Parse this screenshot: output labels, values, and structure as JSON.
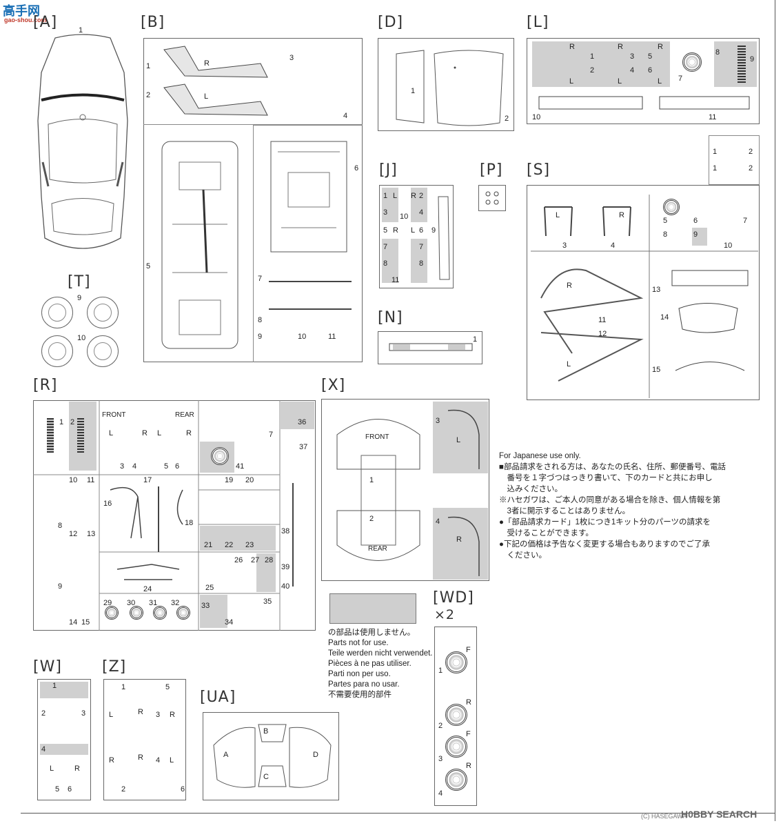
{
  "watermark": {
    "top_logo": "高手网",
    "top_url": "gao-shou.com",
    "footer_copyright": "(C) HASEGAWA",
    "footer_brand": "H0BBY SEARCH"
  },
  "sprues": {
    "A": {
      "label": "[A]",
      "parts": [
        "1"
      ]
    },
    "B": {
      "label": "[B]",
      "parts": [
        "1",
        "2",
        "3",
        "4",
        "5",
        "6",
        "7",
        "8",
        "9",
        "10",
        "11"
      ],
      "marks": [
        "R",
        "L"
      ]
    },
    "D": {
      "label": "[D]",
      "parts": [
        "1",
        "2"
      ]
    },
    "L": {
      "label": "[L]",
      "parts": [
        "1",
        "2",
        "3",
        "4",
        "5",
        "6",
        "7",
        "8",
        "9",
        "10",
        "11"
      ],
      "marks": [
        "R",
        "R",
        "R",
        "L",
        "L",
        "L"
      ]
    },
    "J": {
      "label": "[J]",
      "parts": [
        "1",
        "2",
        "3",
        "4",
        "5",
        "6",
        "7",
        "7",
        "8",
        "8",
        "9",
        "10",
        "11"
      ],
      "marks": [
        "L",
        "R",
        "R",
        "L"
      ]
    },
    "P": {
      "label": "[P]"
    },
    "S": {
      "label": "[S]",
      "parts": [
        "1",
        "2",
        "1",
        "2",
        "3",
        "4",
        "5",
        "6",
        "7",
        "8",
        "9",
        "10",
        "11",
        "12",
        "13",
        "14",
        "15"
      ],
      "marks": [
        "L",
        "R",
        "R",
        "L"
      ]
    },
    "T": {
      "label": "[T]",
      "parts": [
        "9",
        "10"
      ]
    },
    "N": {
      "label": "[N]",
      "parts": [
        "1"
      ]
    },
    "R": {
      "label": "[R]",
      "parts": [
        "1",
        "2",
        "3",
        "4",
        "5",
        "6",
        "7",
        "8",
        "9",
        "10",
        "11",
        "12",
        "13",
        "14",
        "15",
        "16",
        "17",
        "18",
        "19",
        "20",
        "21",
        "22",
        "23",
        "24",
        "25",
        "26",
        "27",
        "28",
        "29",
        "30",
        "31",
        "32",
        "33",
        "34",
        "35",
        "36",
        "37",
        "38",
        "39",
        "40",
        "41"
      ],
      "front": "FRONT",
      "rear": "REAR",
      "marks": [
        "L",
        "R",
        "L",
        "R"
      ]
    },
    "X": {
      "label": "[X]",
      "parts": [
        "1",
        "2",
        "3",
        "4"
      ],
      "front": "FRONT",
      "rear": "REAR",
      "marks": [
        "L",
        "R"
      ]
    },
    "WD": {
      "label": "[WD]",
      "qty": "×2",
      "parts": [
        "1",
        "2",
        "3",
        "4"
      ],
      "marks": [
        "F",
        "R",
        "F",
        "R"
      ]
    },
    "W": {
      "label": "[W]",
      "parts": [
        "1",
        "2",
        "3",
        "4",
        "5",
        "6"
      ],
      "marks": [
        "L",
        "R"
      ]
    },
    "Z": {
      "label": "[Z]",
      "parts": [
        "1",
        "2",
        "3",
        "4",
        "5",
        "6"
      ],
      "marks": [
        "L",
        "R",
        "R",
        "R",
        "R",
        "L"
      ]
    },
    "UA": {
      "label": "[UA]",
      "marks": [
        "A",
        "B",
        "C",
        "D"
      ]
    }
  },
  "legend": {
    "lines": [
      "の部品は使用しません。",
      "Parts not for use.",
      "Teile werden nicht verwendet.",
      "Pièces à ne pas utiliser.",
      "Parti non per uso.",
      "Partes para no usar.",
      "不需要使用的部件"
    ]
  },
  "japanese_note": {
    "heading": "For Japanese use only.",
    "lines": [
      "■部品請求をされる方は、あなたの氏名、住所、郵便番号、電話",
      "　番号を１字づつはっきり書いて、下のカードと共にお申し",
      "　込みください。",
      "※ハセガワは、ご本人の同意がある場合を除き、個人情報を第",
      "　3者に開示することはありません。",
      "●「部品請求カード」1枚につき1キット分のパーツの請求を",
      "　受けることができます。",
      "●下記の価格は予告なく変更する場合もありますのでご了承",
      "　ください。"
    ]
  }
}
